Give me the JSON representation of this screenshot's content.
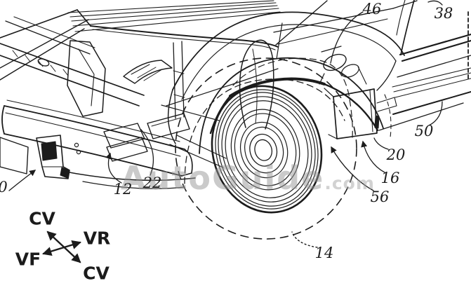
{
  "figure": {
    "background": "#ffffff",
    "line_color": "#1c1c1c",
    "watermark_color": "#c8c8c8",
    "description": "Patent-style line drawing of a pickup truck front-left quarter showing frame, bumper, tow hitch, fender, front wheel and tire clearance envelope"
  },
  "watermark": {
    "name": "AutoGuide",
    "tld": ".com"
  },
  "reference_labels": {
    "r46": "46",
    "r38": "38",
    "r50": "50",
    "r20": "20",
    "r16": "16",
    "r56": "56",
    "r14": "14",
    "r22": "22",
    "r12": "12",
    "r10": "0"
  },
  "direction_indicator": {
    "upper_left": "CV",
    "right": "VR",
    "left": "VF",
    "lower": "CV"
  }
}
